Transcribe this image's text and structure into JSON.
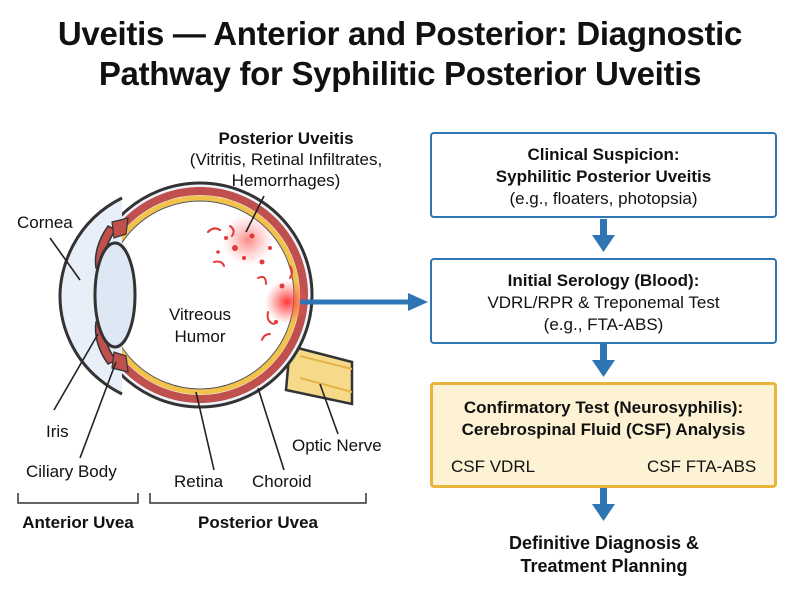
{
  "title": {
    "line1": "Uveitis — Anterior and Posterior: Diagnostic",
    "line2": "Pathway for Syphilitic Posterior Uveitis"
  },
  "eye_labels": {
    "posterior_uveitis_title": "Posterior Uveitis",
    "posterior_uveitis_detail1": "(Vitritis, Retinal Infiltrates,",
    "posterior_uveitis_detail2": "Hemorrhages)",
    "cornea": "Cornea",
    "vitreous1": "Vitreous",
    "vitreous2": "Humor",
    "iris": "Iris",
    "ciliary_body": "Ciliary Body",
    "retina": "Retina",
    "choroid": "Choroid",
    "optic_nerve": "Optic Nerve",
    "anterior_uvea": "Anterior Uvea",
    "posterior_uvea": "Posterior Uvea"
  },
  "flow": {
    "step1": {
      "title1": "Clinical Suspicion:",
      "title2": "Syphilitic Posterior Uveitis",
      "detail": "(e.g., floaters, photopsia)"
    },
    "step2": {
      "title": "Initial Serology (Blood):",
      "detail1": "VDRL/RPR & Treponemal Test",
      "detail2": "(e.g., FTA-ABS)"
    },
    "step3": {
      "title1": "Confirmatory Test (Neurosyphilis):",
      "title2": "Cerebrospinal Fluid (CSF) Analysis",
      "option1": "CSF VDRL",
      "option2": "CSF FTA-ABS"
    },
    "final": {
      "line1": "Definitive Diagnosis &",
      "line2": "Treatment Planning"
    }
  },
  "colors": {
    "flow_border": "#2f74b5",
    "arrow": "#2f74b5",
    "confirm_border": "#e8b43c",
    "confirm_fill": "#fdf2d3",
    "choroid": "#c0504d",
    "retina": "#f2c24a",
    "lesion": "#e23b3b"
  }
}
